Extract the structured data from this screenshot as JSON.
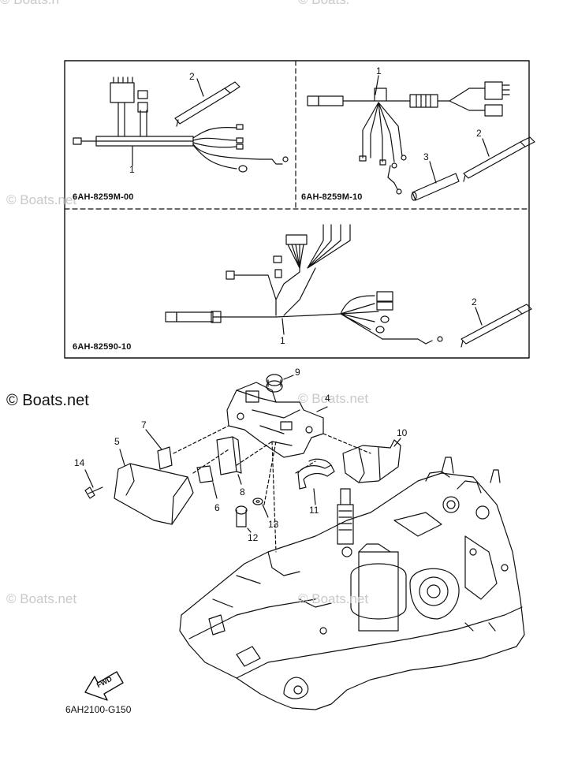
{
  "watermarks": {
    "top_left": "© Boats.n",
    "top_right": "© Boats.",
    "mid_left": "© Boats.net",
    "main": "© Boats.net",
    "center": "© Boats.net",
    "lower_left": "© Boats.net",
    "lower_center": "© Boats.net"
  },
  "kits": [
    {
      "code": "6AH-8259M-00",
      "callouts": [
        "1",
        "2"
      ]
    },
    {
      "code": "6AH-8259M-10",
      "callouts": [
        "1",
        "2",
        "3"
      ]
    },
    {
      "code": "6AH-82590-10",
      "callouts": [
        "1",
        "2"
      ]
    }
  ],
  "callouts": [
    "4",
    "5",
    "6",
    "7",
    "8",
    "9",
    "10",
    "11",
    "12",
    "13",
    "14"
  ],
  "fwd_label": "FWD",
  "diagram_code": "6AH2100-G150"
}
